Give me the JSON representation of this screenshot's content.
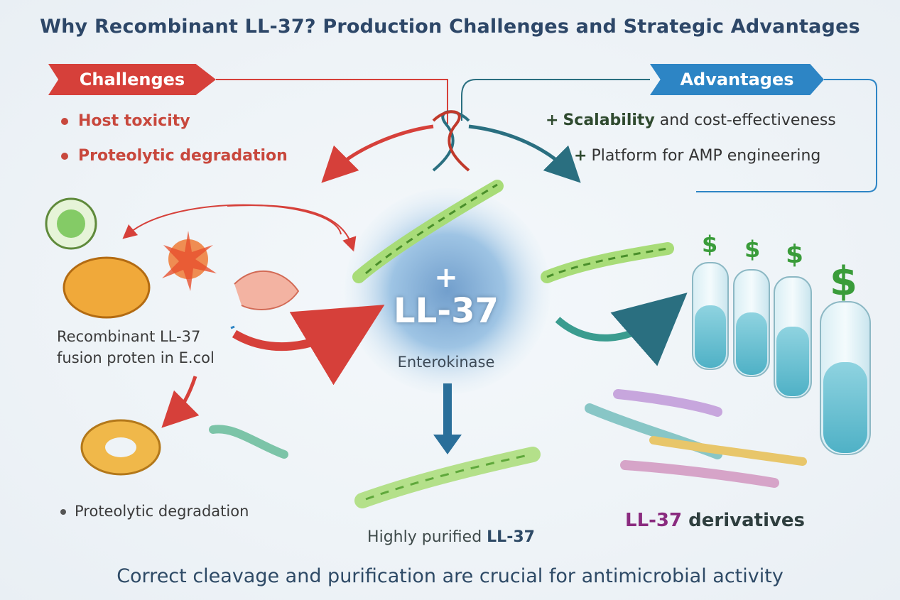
{
  "title": "Why Recombinant LL-37? Production Challenges and Strategic Advantages",
  "challenges": {
    "banner": "Challenges",
    "items": [
      "Host toxicity",
      "Proteolytic degradation"
    ]
  },
  "advantages": {
    "banner": "Advantages",
    "items": [
      {
        "prefix": "+",
        "bold": "Scalability",
        "rest": " and cost-effectiveness"
      },
      {
        "prefix": "+",
        "bold": "",
        "rest": "Platform for AMP engineering"
      }
    ]
  },
  "center": {
    "plus": "+",
    "label": "LL-37",
    "enzyme": "Enterokinase"
  },
  "left_panel": {
    "fusion_line1": "Recombinant LL-37",
    "fusion_line2": "fusion proten in E.col",
    "degradation": "Proteolytic degradation"
  },
  "bottom": {
    "purified_prefix": "Highly purified ",
    "purified_bold": "LL-37"
  },
  "right_panel": {
    "derivatives_highlight": "LL-37",
    "derivatives_rest": " derivatives",
    "dollar": "$"
  },
  "footer": "Correct cleavage and purification are crucial for antimicrobial activity",
  "colors": {
    "challenge_red": "#d6403a",
    "advantage_blue": "#2d85c5",
    "helix_green": "#9fd86a",
    "teal_arrow": "#2a7f87"
  }
}
